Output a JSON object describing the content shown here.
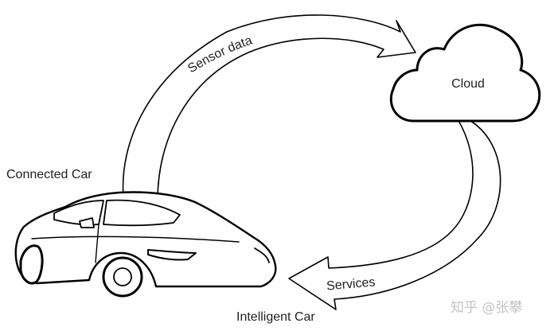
{
  "diagram": {
    "top_arrow_label": "Sensor data",
    "cloud_label": "Cloud",
    "bottom_arrow_label": "Services",
    "car_caption_top": "Connected Car",
    "car_caption_bottom": "Intelligent Car",
    "watermark": "知乎 @张攀"
  },
  "icons": {
    "cloud": "cloud-icon",
    "car": "car-icon",
    "arrows": [
      "curved-arrow-icon",
      "curved-arrow-icon"
    ]
  },
  "colors": {
    "stroke": "#000000",
    "text": "#222222",
    "watermark": "#c4c4c4"
  }
}
